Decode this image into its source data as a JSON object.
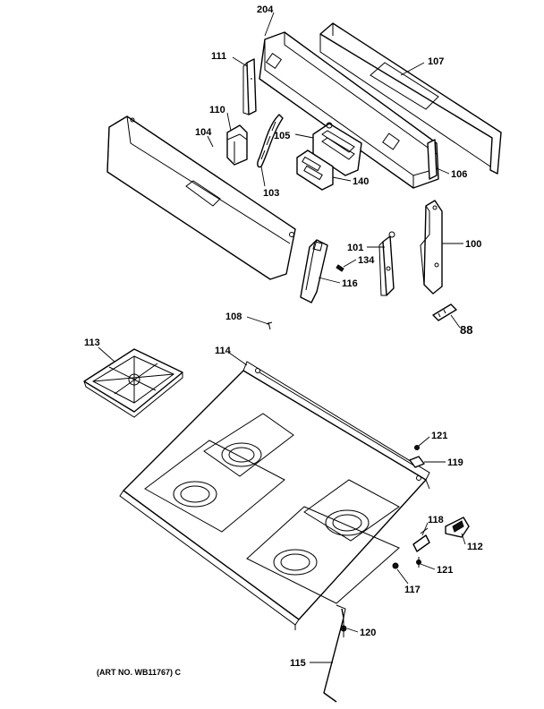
{
  "labels": {
    "p204": "204",
    "p111": "111",
    "p107": "107",
    "p110": "110",
    "p104": "104",
    "p105": "105",
    "p106": "106",
    "p103": "103",
    "p140": "140",
    "p101": "101",
    "p100": "100",
    "p134": "134",
    "p116": "116",
    "p108": "108",
    "p88": "88",
    "p113": "113",
    "p114": "114",
    "p121a": "121",
    "p119": "119",
    "p118": "118",
    "p112": "112",
    "p121b": "121",
    "p117": "117",
    "p120": "120",
    "p115": "115"
  },
  "caption": "(ART NO. WB11767) C"
}
